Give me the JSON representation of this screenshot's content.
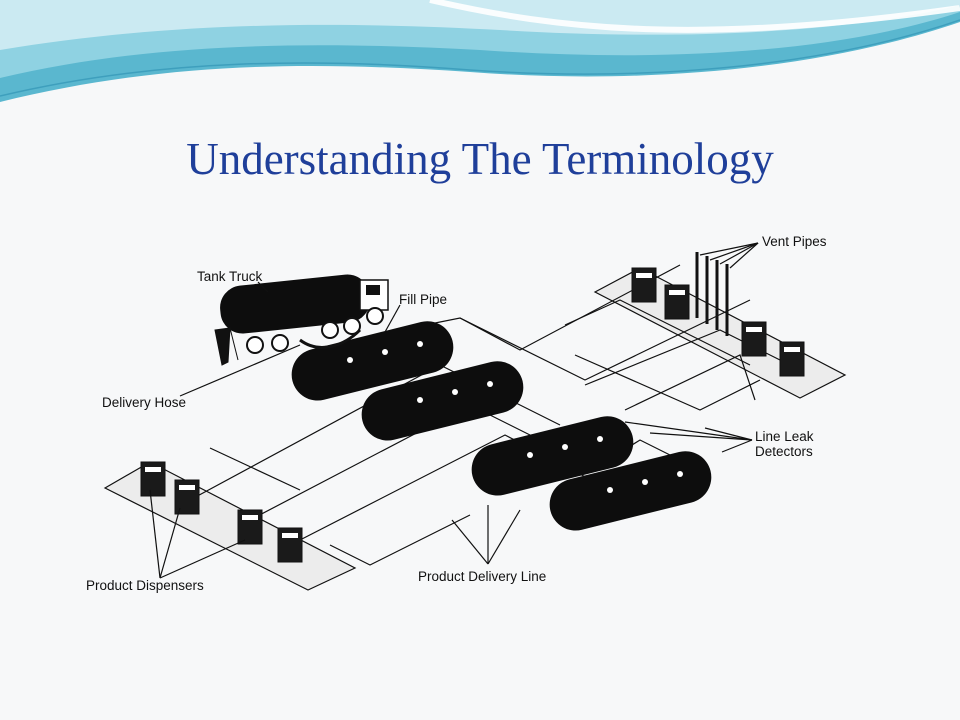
{
  "slide": {
    "title": "Understanding The Terminology",
    "accent_colors": {
      "title": "#1f3f9a",
      "wave_dark": "#5ab7cf",
      "wave_light": "#bfe6ef"
    }
  },
  "diagram": {
    "labels": {
      "tank_truck": "Tank Truck",
      "fill_pipe": "Fill Pipe",
      "vent_pipes": "Vent Pipes",
      "delivery_hose": "Delivery Hose",
      "line_leak_detectors_1": "Line Leak",
      "line_leak_detectors_2": "Detectors",
      "product_delivery_line": "Product Delivery Line",
      "product_dispensers": "Product Dispensers"
    }
  }
}
